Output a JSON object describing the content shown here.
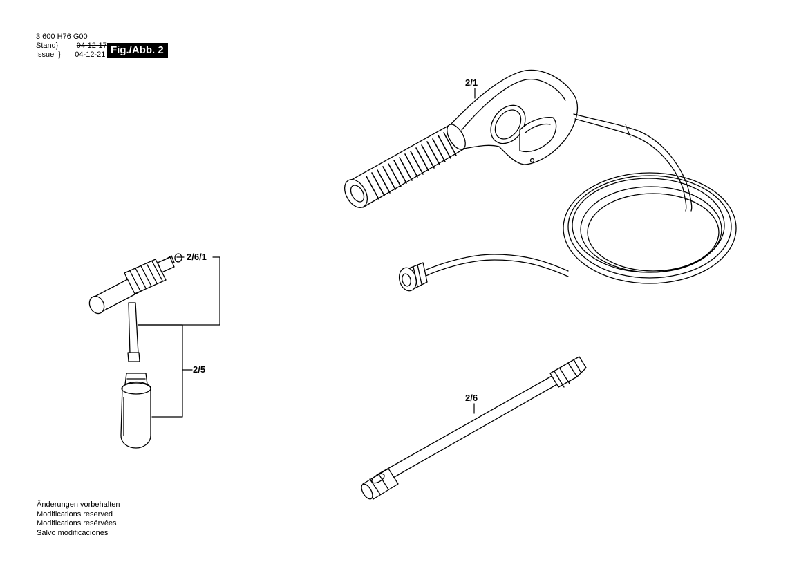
{
  "header": {
    "part_number": "3 600 H76 G00",
    "stand_label": "Stand",
    "issue_label": "Issue",
    "stand_date": "04-12-17",
    "issue_date": "04-12-21",
    "figure_badge": "Fig./Abb. 2"
  },
  "callouts": {
    "gun": "2/1",
    "foam_nozzle": "2/6/1",
    "detergent_set": "2/5",
    "lance": "2/6"
  },
  "footer_notes": [
    "Änderungen vorbehalten",
    "Modifications reserved",
    "Modifications resérvées",
    "Salvo modificaciones"
  ]
}
